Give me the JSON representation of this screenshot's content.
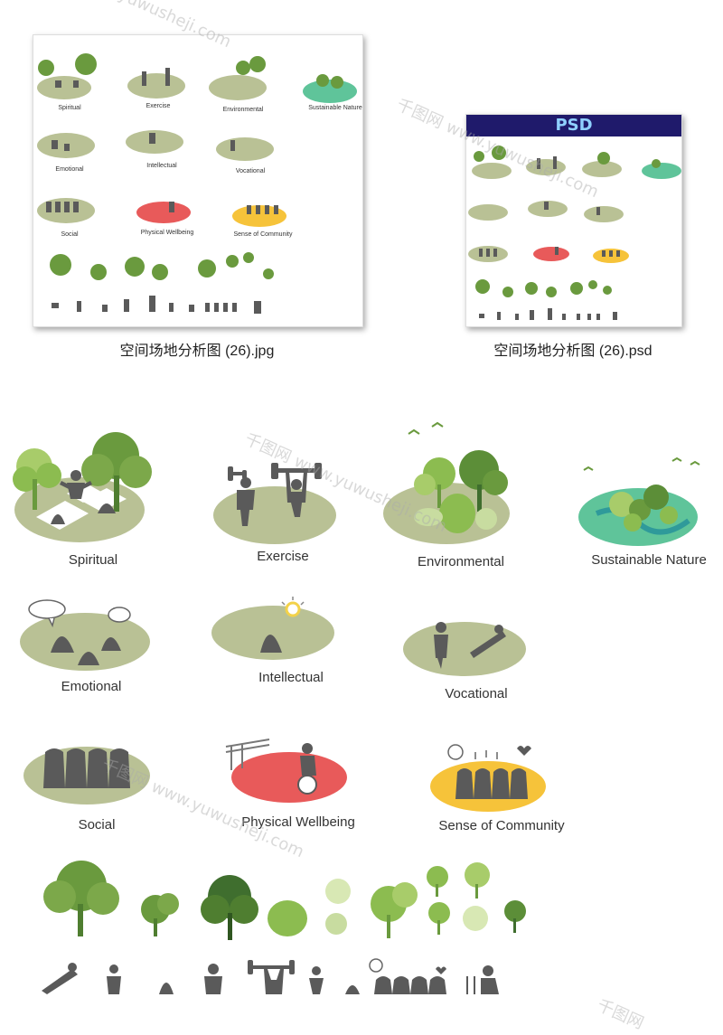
{
  "files": {
    "jpg_name": "空间场地分析图 (26).jpg",
    "psd_name": "空间场地分析图 (26).psd",
    "psd_banner": "PSD"
  },
  "labels": {
    "spiritual": "Spiritual",
    "exercise": "Exercise",
    "environmental": "Environmental",
    "sustainable": "Sustainable Nature",
    "emotional": "Emotional",
    "intellectual": "Intellectual",
    "vocational": "Vocational",
    "social": "Social",
    "physical": "Physical Wellbeing",
    "community": "Sense of Community"
  },
  "watermark": {
    "brand": "千图网",
    "url": "www.yuwusheji.com"
  },
  "colors": {
    "olive_ellipse": "#b9c195",
    "red_ellipse": "#e85a5a",
    "yellow_ellipse": "#f6c33a",
    "teal_ellipse": "#5fc49a",
    "figure_gray": "#5a5a5a",
    "tree_green": "#6a9a3e",
    "dark_tree_green": "#3f6e2e",
    "light_green": "#c8dca0",
    "psd_banner_bg": "#1f1a6b"
  }
}
